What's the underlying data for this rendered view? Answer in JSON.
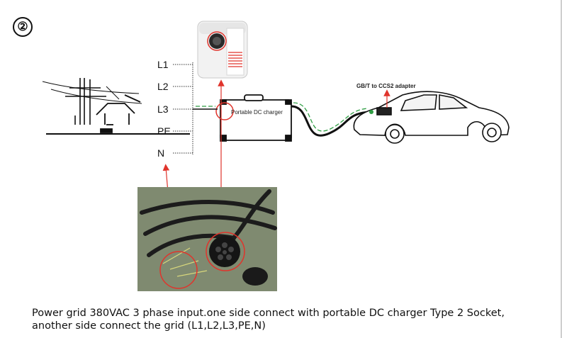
{
  "step_number": "②",
  "phases": [
    "L1",
    "L2",
    "L3",
    "PE",
    "N"
  ],
  "charger_label": "Portable DC charger",
  "adapter_label": "GB/T to CCS2 adapter",
  "caption": {
    "line1": "Power grid 380VAC 3 phase input.one side connect with portable DC charger Type 2 Socket,",
    "line2": "another side connect the grid (L1,L2,L3,PE,N)"
  },
  "colors": {
    "arrow": "#e0342c",
    "circle": "#e0342c",
    "cable_green": "#2f9e44",
    "line": "#111111"
  },
  "icons": [
    "power-pole-icon",
    "house-icon",
    "charger-unit-photo",
    "car-icon",
    "cable-photo"
  ]
}
